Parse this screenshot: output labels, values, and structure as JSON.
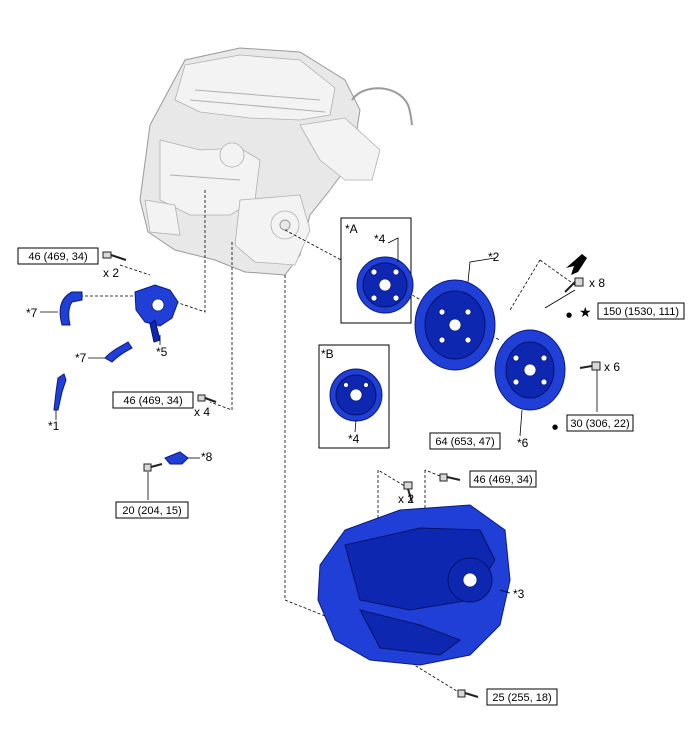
{
  "torque_labels": {
    "t1": "46 (469, 34)",
    "t2": "46 (469, 34)",
    "t3": "20 (204, 15)",
    "t4": "150 (1530, 111)",
    "t5": "30 (306, 22)",
    "t6": "64 (653, 47)",
    "t7": "46 (469, 34)",
    "t8": "25 (255, 18)"
  },
  "quantity_labels": {
    "q1": "x 2",
    "q2": "x 4",
    "q3": "x 8",
    "q4": "x 6",
    "q5": "x 2"
  },
  "callouts": {
    "c1": "*1",
    "c2": "*2",
    "c3": "*3",
    "c4a": "*4",
    "c4b": "*4",
    "c5": "*5",
    "c6": "*6",
    "c7a": "*7",
    "c7b": "*7",
    "c8": "*8",
    "cA": "*A",
    "cB": "*B"
  },
  "symbols": {
    "star": "★",
    "dot1": "●",
    "dot2": "●"
  },
  "colors": {
    "part_blue": "#1f3fd6",
    "engine_gray": "#e8e8e8"
  }
}
